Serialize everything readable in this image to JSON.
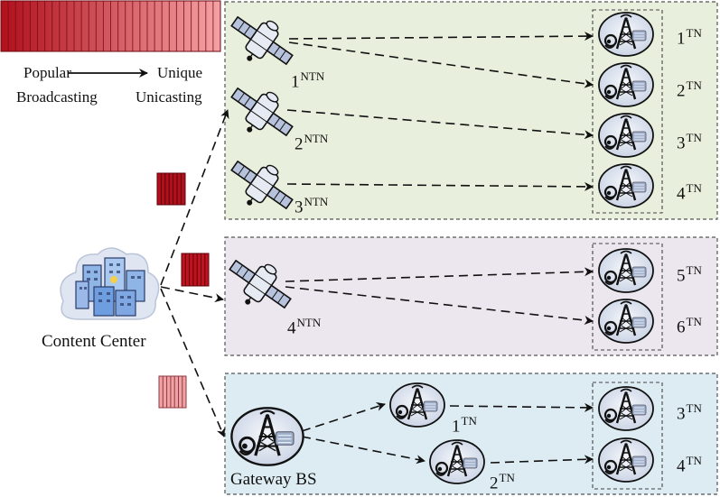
{
  "legend": {
    "popular": "Popular",
    "unique": "Unique",
    "broadcasting": "Broadcasting",
    "unicasting": "Unicasting"
  },
  "content_center": {
    "label": "Content Center"
  },
  "gateway": {
    "label": "Gateway BS"
  },
  "satellites": [
    {
      "num": "1",
      "sup": "NTN"
    },
    {
      "num": "2",
      "sup": "NTN"
    },
    {
      "num": "3",
      "sup": "NTN"
    },
    {
      "num": "4",
      "sup": "NTN"
    }
  ],
  "groups": {
    "top_terminals": [
      {
        "num": "1",
        "sup": "TN"
      },
      {
        "num": "2",
        "sup": "TN"
      },
      {
        "num": "3",
        "sup": "TN"
      },
      {
        "num": "4",
        "sup": "TN"
      }
    ],
    "mid_terminals": [
      {
        "num": "5",
        "sup": "TN"
      },
      {
        "num": "6",
        "sup": "TN"
      }
    ],
    "bottom_relays": [
      {
        "num": "1",
        "sup": "TN"
      },
      {
        "num": "2",
        "sup": "TN"
      }
    ],
    "bottom_terminals": [
      {
        "num": "3",
        "sup": "TN"
      },
      {
        "num": "4",
        "sup": "TN"
      }
    ]
  },
  "colors": {
    "top_panel": "#e8efdc",
    "mid_panel": "#ece6ee",
    "bottom_panel": "#dcecf2",
    "popular_red": "#b0101c",
    "unique_red": "#f4a2a4"
  }
}
